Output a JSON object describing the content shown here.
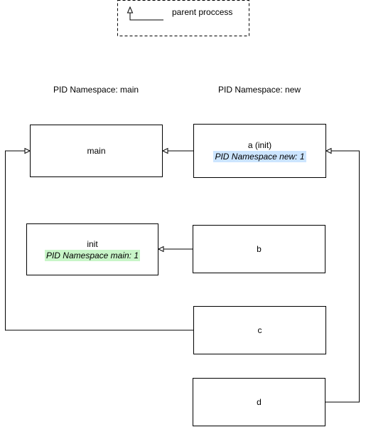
{
  "legend": {
    "text": "parent proccess"
  },
  "namespaces": {
    "main_label": "PID Namespace: main",
    "new_label": "PID Namespace: new"
  },
  "nodes": {
    "main": {
      "title": "main"
    },
    "a": {
      "title": "a (init)",
      "subtitle": "PID Namespace new: 1"
    },
    "init": {
      "title": "init",
      "subtitle": "PID Namespace main: 1"
    },
    "b": {
      "title": "b"
    },
    "c": {
      "title": "c"
    },
    "d": {
      "title": "d"
    }
  },
  "colors": {
    "blue_highlight": "#cce5ff",
    "green_highlight": "#c8f5c8",
    "line": "#000000"
  }
}
